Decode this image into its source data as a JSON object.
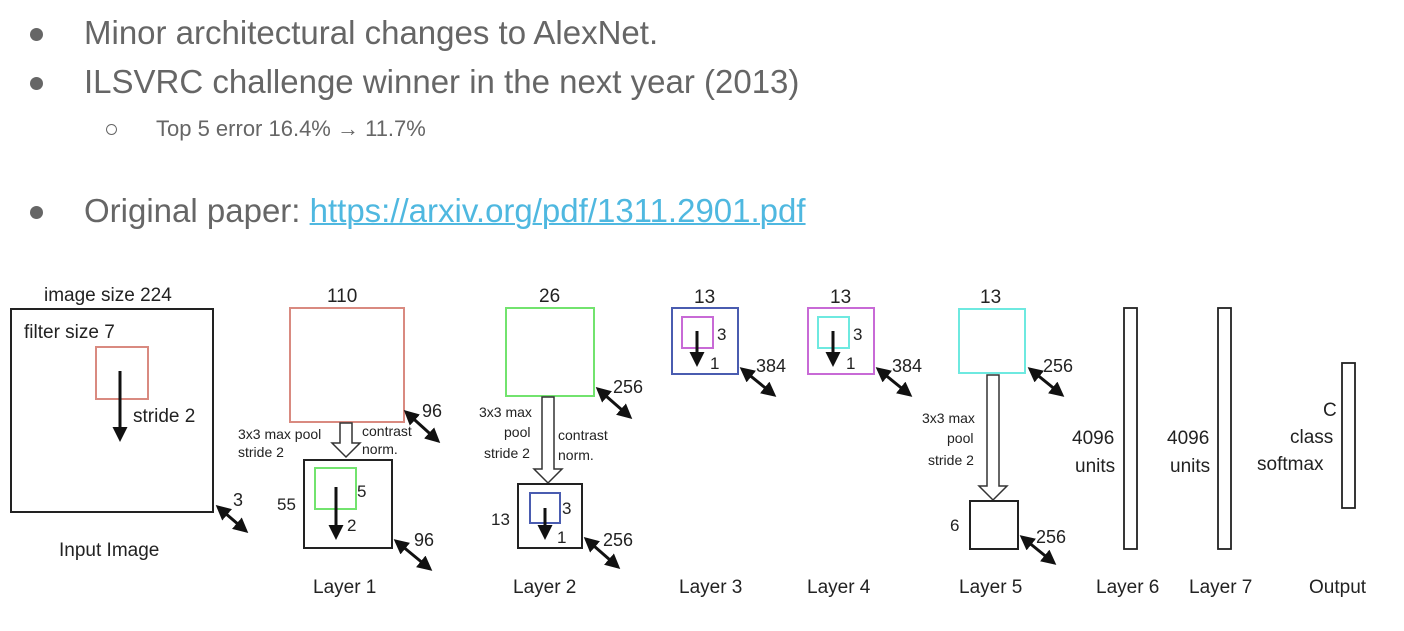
{
  "bullets": {
    "item1": "Minor architectural changes to AlexNet.",
    "item2": "ILSVRC challenge winner in the next year (2013)",
    "sub1": "Top 5 error 16.4% → 11.7%",
    "item3_prefix": "Original paper: ",
    "item3_link": "https://arxiv.org/pdf/1311.2901.pdf"
  },
  "diagram": {
    "input": {
      "top": "image size 224",
      "filter": "filter size 7",
      "stride": "stride 2",
      "depth": "3",
      "caption": "Input Image"
    },
    "layer1": {
      "top": "110",
      "depth_top": "96",
      "pool_line1": "3x3 max pool",
      "pool_line2": "stride 2",
      "contrast1": "contrast",
      "contrast2": "norm.",
      "size": "55",
      "k": "5",
      "s": "2",
      "depth_bottom": "96",
      "caption": "Layer 1"
    },
    "layer2": {
      "top": "26",
      "depth_top": "256",
      "pool_line1": "3x3 max",
      "pool_line2": "pool",
      "pool_line3": "stride 2",
      "contrast1": "contrast",
      "contrast2": "norm.",
      "size": "13",
      "k": "3",
      "s": "1",
      "depth_bottom": "256",
      "caption": "Layer 2"
    },
    "layer3": {
      "top": "13",
      "k": "3",
      "s": "1",
      "depth": "384",
      "caption": "Layer 3"
    },
    "layer4": {
      "top": "13",
      "k": "3",
      "s": "1",
      "depth": "384",
      "caption": "Layer 4"
    },
    "layer5": {
      "top": "13",
      "depth_top": "256",
      "pool_line1": "3x3 max",
      "pool_line2": "pool",
      "pool_line3": "stride 2",
      "size": "6",
      "depth_bottom": "256",
      "caption": "Layer 5"
    },
    "layer6": {
      "units1": "4096",
      "units2": "units",
      "caption": "Layer 6"
    },
    "layer7": {
      "units1": "4096",
      "units2": "units",
      "caption": "Layer 7"
    },
    "output": {
      "line1": "C",
      "line2": "class",
      "line3": "softmax",
      "caption": "Output"
    },
    "colors": {
      "outline": "#222222",
      "layer1": "#d98a80",
      "layer2_filter": "#72e36e",
      "layer3_filter": "#4a5cb0",
      "layer4_filter": "#c86ad6",
      "layer5": "#6ee9e0"
    }
  }
}
